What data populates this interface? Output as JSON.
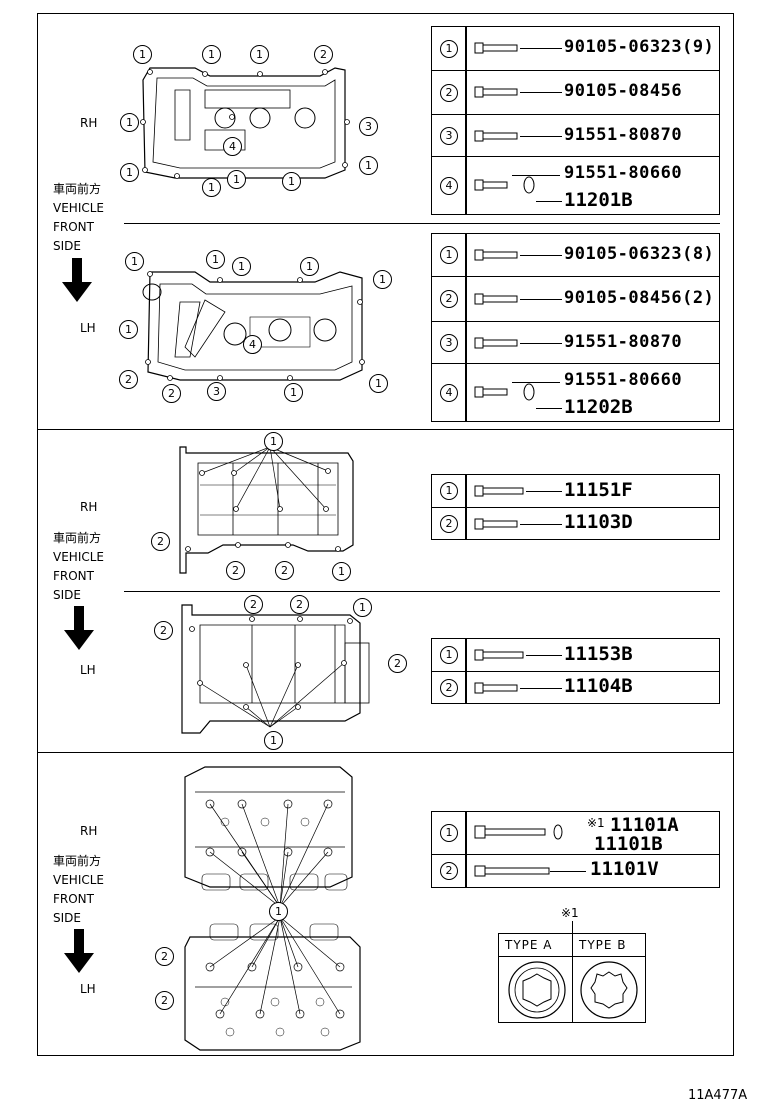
{
  "diagram_code": "11A477A",
  "sections": [
    {
      "rh_label": "RH",
      "lh_label": "LH",
      "direction_text": "車両前方\nVEHICLE\nFRONT\nSIDE",
      "rh_table": [
        {
          "num": "1",
          "part": "90105-06323(9)"
        },
        {
          "num": "2",
          "part": "90105-08456"
        },
        {
          "num": "3",
          "part": "91551-80870"
        },
        {
          "num": "4",
          "part": "91551-80660",
          "part2": "11201B"
        }
      ],
      "lh_table": [
        {
          "num": "1",
          "part": "90105-06323(8)"
        },
        {
          "num": "2",
          "part": "90105-08456(2)"
        },
        {
          "num": "3",
          "part": "91551-80870"
        },
        {
          "num": "4",
          "part": "91551-80660",
          "part2": "11202B"
        }
      ],
      "rh_callouts": [
        "1",
        "1",
        "1",
        "2",
        "1",
        "3",
        "1",
        "4",
        "1",
        "1",
        "1",
        "1",
        "1"
      ],
      "lh_callouts": [
        "1",
        "1",
        "1",
        "1",
        "1",
        "1",
        "4",
        "2",
        "2",
        "3",
        "1",
        "1"
      ]
    },
    {
      "rh_label": "RH",
      "lh_label": "LH",
      "direction_text": "車両前方\nVEHICLE\nFRONT\nSIDE",
      "rh_table": [
        {
          "num": "1",
          "part": "11151F"
        },
        {
          "num": "2",
          "part": "11103D"
        }
      ],
      "lh_table": [
        {
          "num": "1",
          "part": "11153B"
        },
        {
          "num": "2",
          "part": "11104B"
        }
      ],
      "rh_callouts": [
        "1",
        "2",
        "2",
        "2",
        "1"
      ],
      "lh_callouts": [
        "2",
        "2",
        "1",
        "2",
        "2",
        "1"
      ]
    },
    {
      "rh_label": "RH",
      "lh_label": "LH",
      "direction_text": "車両前方\nVEHICLE\nFRONT\nSIDE",
      "table": [
        {
          "num": "1",
          "part": "11101A",
          "part2": "11101B",
          "note": "※1"
        },
        {
          "num": "2",
          "part": "11101V"
        }
      ],
      "callouts": [
        "1",
        "2",
        "2"
      ],
      "type_note": "※1",
      "type_a": "TYPE A",
      "type_b": "TYPE B"
    }
  ]
}
